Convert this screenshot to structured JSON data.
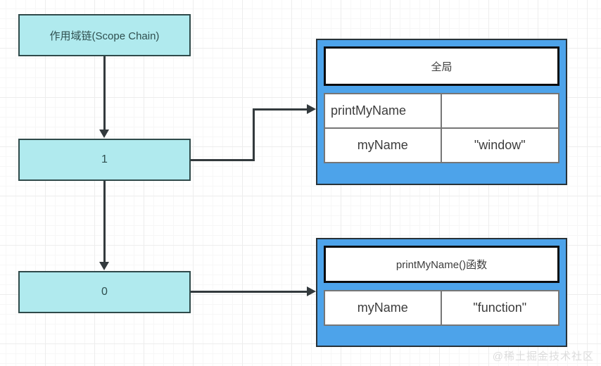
{
  "diagram": {
    "title_node": "作用域链(Scope Chain)",
    "watermark": "@稀土掘金技术社区",
    "colors": {
      "node_fill": "#b0eaee",
      "node_border": "#2f4a4a",
      "frame_fill": "#4da3ea",
      "frame_border": "#283238",
      "header_border": "#0c0c0c",
      "table_border": "#767676",
      "connector": "#333a3d",
      "text": "#3c3c3c",
      "node_text": "#2f4f4f",
      "watermark": "#dcdcdc"
    }
  },
  "chain": {
    "nodes": [
      {
        "label": "作用域链(Scope Chain)"
      },
      {
        "label": "1"
      },
      {
        "label": "0"
      }
    ]
  },
  "frames": [
    {
      "id": "global",
      "header": "全局",
      "rows": [
        {
          "name": "printMyName",
          "value": ""
        },
        {
          "name": "myName",
          "value": "\"window\""
        }
      ]
    },
    {
      "id": "function",
      "header": "printMyName()函数",
      "rows": [
        {
          "name": "myName",
          "value": "\"function\""
        }
      ]
    }
  ],
  "connectors": [
    {
      "name": "title-to-one",
      "type": "vertical-arrow"
    },
    {
      "name": "one-to-zero",
      "type": "vertical-arrow"
    },
    {
      "name": "one-to-global",
      "type": "elbow-arrow"
    },
    {
      "name": "zero-to-function",
      "type": "horizontal-arrow"
    }
  ]
}
